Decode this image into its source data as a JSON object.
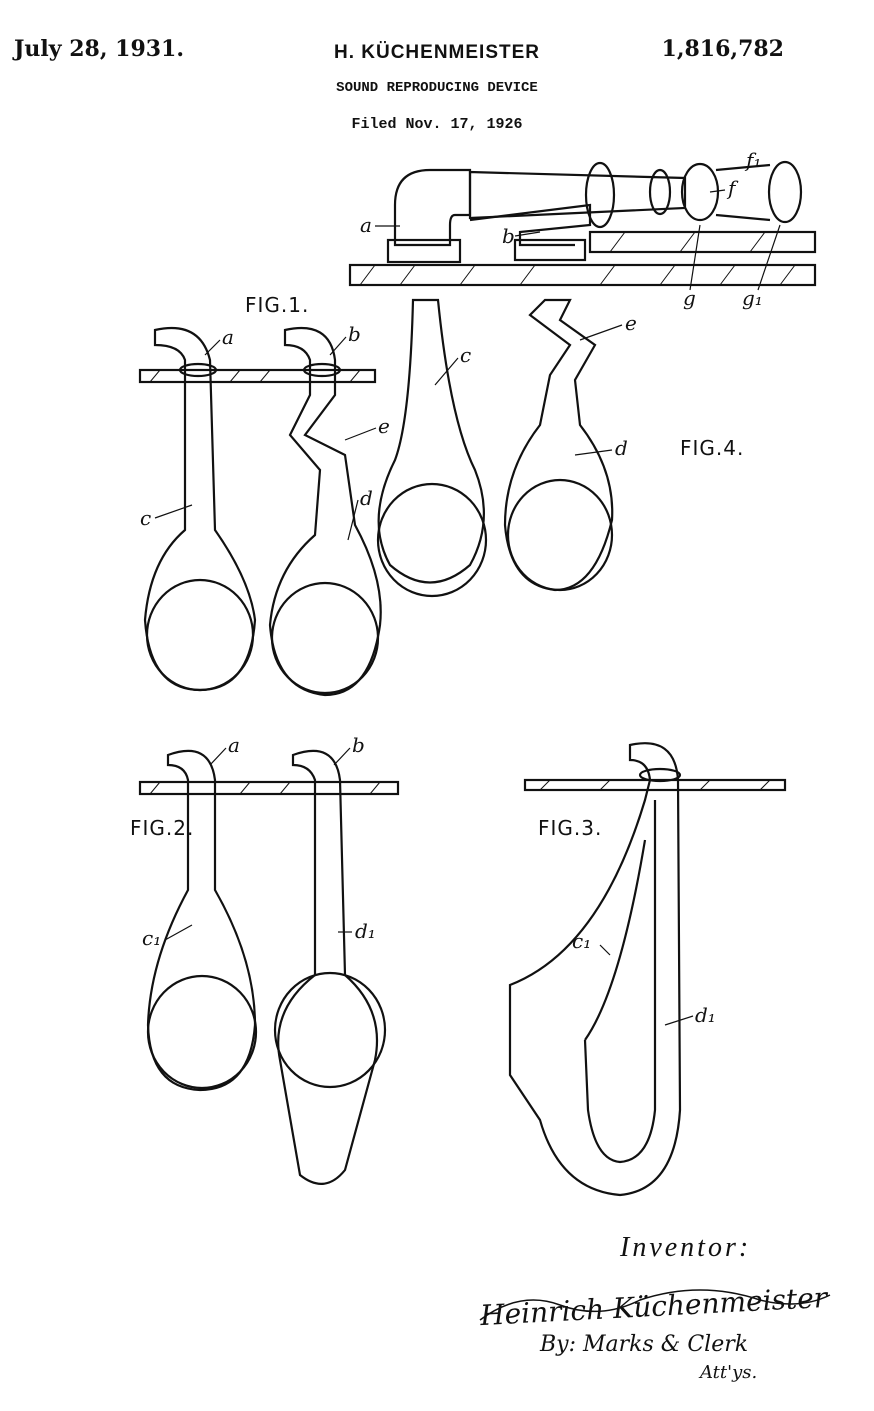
{
  "header": {
    "date": "July 28, 1931.",
    "inventor": "H. KÜCHENMEISTER",
    "patent_number": "1,816,782",
    "title": "SOUND REPRODUCING DEVICE",
    "filed": "Filed Nov. 17, 1926"
  },
  "figures": {
    "fig1": "FIG.1.",
    "fig2": "FIG.2.",
    "fig3": "FIG.3.",
    "fig4": "FIG.4."
  },
  "labels": {
    "a": "a",
    "b": "b",
    "c": "c",
    "d": "d",
    "e": "e",
    "f": "f",
    "f1": "f₁",
    "g": "g",
    "g1": "g₁",
    "c1": "c₁",
    "d1": "d₁"
  },
  "signature": {
    "inventor_label": "Inventor:",
    "name": "Heinrich Küchenmeister",
    "by": "By: Marks & Clerk",
    "attys": "Att'ys."
  }
}
